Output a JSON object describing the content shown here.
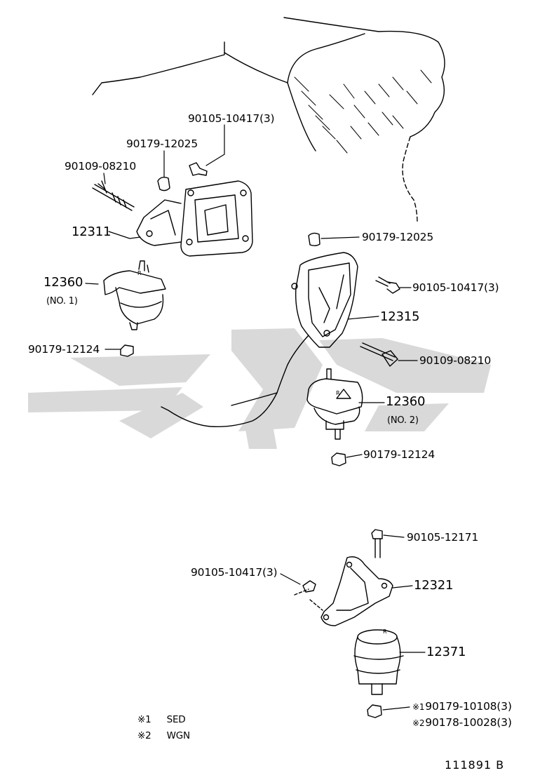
{
  "labels": {
    "p90105_10417_top": "90105-10417(3)",
    "p90179_12025_top": "90179-12025",
    "p90109_08210_top": "90109-08210",
    "p12311": "12311",
    "p12360_a": "12360",
    "p12360_a_note": "(NO. 1)",
    "p90179_12124_a": "90179-12124",
    "p90179_12025_right": "90179-12025",
    "p90105_10417_right": "90105-10417(3)",
    "p12315": "12315",
    "p90109_08210_right": "90109-08210",
    "p12360_b": "12360",
    "p12360_b_note": "(NO. 2)",
    "p90179_12124_b": "90179-12124",
    "p90105_12171": "90105-12171",
    "p90105_10417_low": "90105-10417(3)",
    "p12321": "12321",
    "p12371": "12371",
    "p90179_10108": "90179-10108(3)",
    "p90178_10028": "90178-10028(3)",
    "sym1": "※1",
    "sym2": "※2"
  },
  "legend": [
    {
      "mark": "※1",
      "text": "SED"
    },
    {
      "mark": "※2",
      "text": "WGN"
    }
  ],
  "figure_id": "111891 B",
  "colors": {
    "line": "#000000",
    "watermark": "#d9d9d9",
    "background": "#ffffff"
  }
}
